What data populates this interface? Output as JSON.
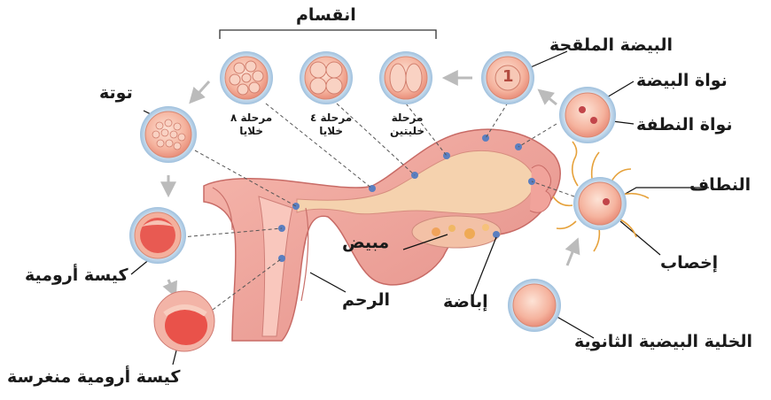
{
  "labels": {
    "division": "انقسام",
    "fertilized_egg": "البيضة الملقحة",
    "egg_nucleus": "نواة البيضة",
    "sperm_nucleus": "نواة النطفة",
    "sperms": "النطاف",
    "fertilization": "إخصاب",
    "secondary_oocyte": "الخلية البيضية الثانوية",
    "ovulation": "إباضة",
    "uterus": "الرحم",
    "ovary": "مبيض",
    "morula": "توتة",
    "blastocyst": "كيسة أرومية",
    "implanted_blastocyst": "كيسة أرومية منغرسة",
    "stage_2_line1": "مرحلة",
    "stage_2_line2": "خليتين",
    "stage_4_line1": "مرحلة ٤",
    "stage_4_line2": "خلايا",
    "stage_8_line1": "مرحلة ٨",
    "stage_8_line2": "خلايا",
    "zygote_mark": "1"
  },
  "colors": {
    "cell_fill": "#f6b9a4",
    "cell_border": "#a9c6df",
    "tissue": "#f1a39b",
    "tissue_dark": "#d9726c",
    "tube_inner": "#f7d7b4",
    "arrow": "#b9b9b9",
    "leader": "#111111"
  }
}
